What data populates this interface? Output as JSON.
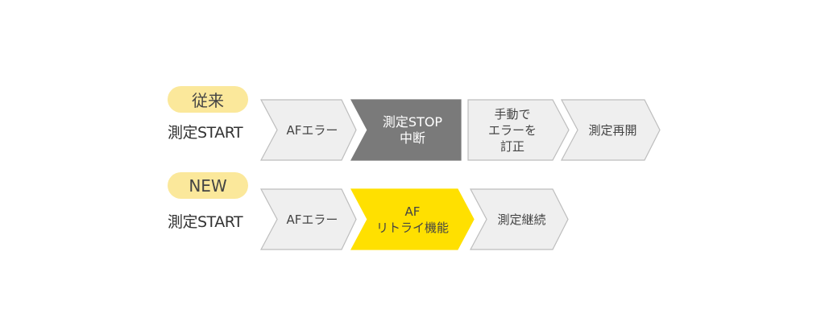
{
  "conventional": {
    "badge": "従来",
    "start": "測定START",
    "steps": [
      "AFエラー",
      "測定STOP\n中断",
      "手動で\nエラーを\n訂正",
      "測定再開"
    ]
  },
  "new": {
    "badge": "NEW",
    "start": "測定START",
    "steps": [
      "AFエラー",
      "AF\nリトライ機能",
      "測定継続"
    ]
  },
  "colors": {
    "badge": "#fbe89b",
    "step": "#efefef",
    "stop": "#7a7a7a",
    "retry": "#ffe000"
  }
}
